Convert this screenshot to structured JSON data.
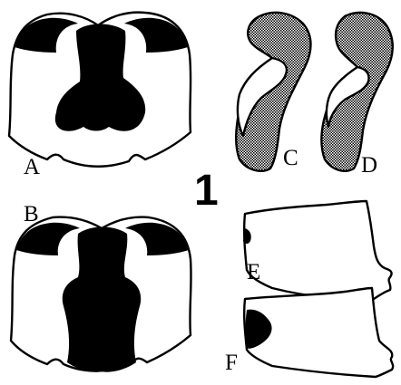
{
  "figure": {
    "plate_number": "1",
    "panel_labels": {
      "a": "A",
      "b": "B",
      "c": "C",
      "d": "D",
      "e": "E",
      "f": "F"
    }
  },
  "colors": {
    "ink": "#000000",
    "paper": "#ffffff",
    "stipple_fill": "#9a9a9a"
  }
}
